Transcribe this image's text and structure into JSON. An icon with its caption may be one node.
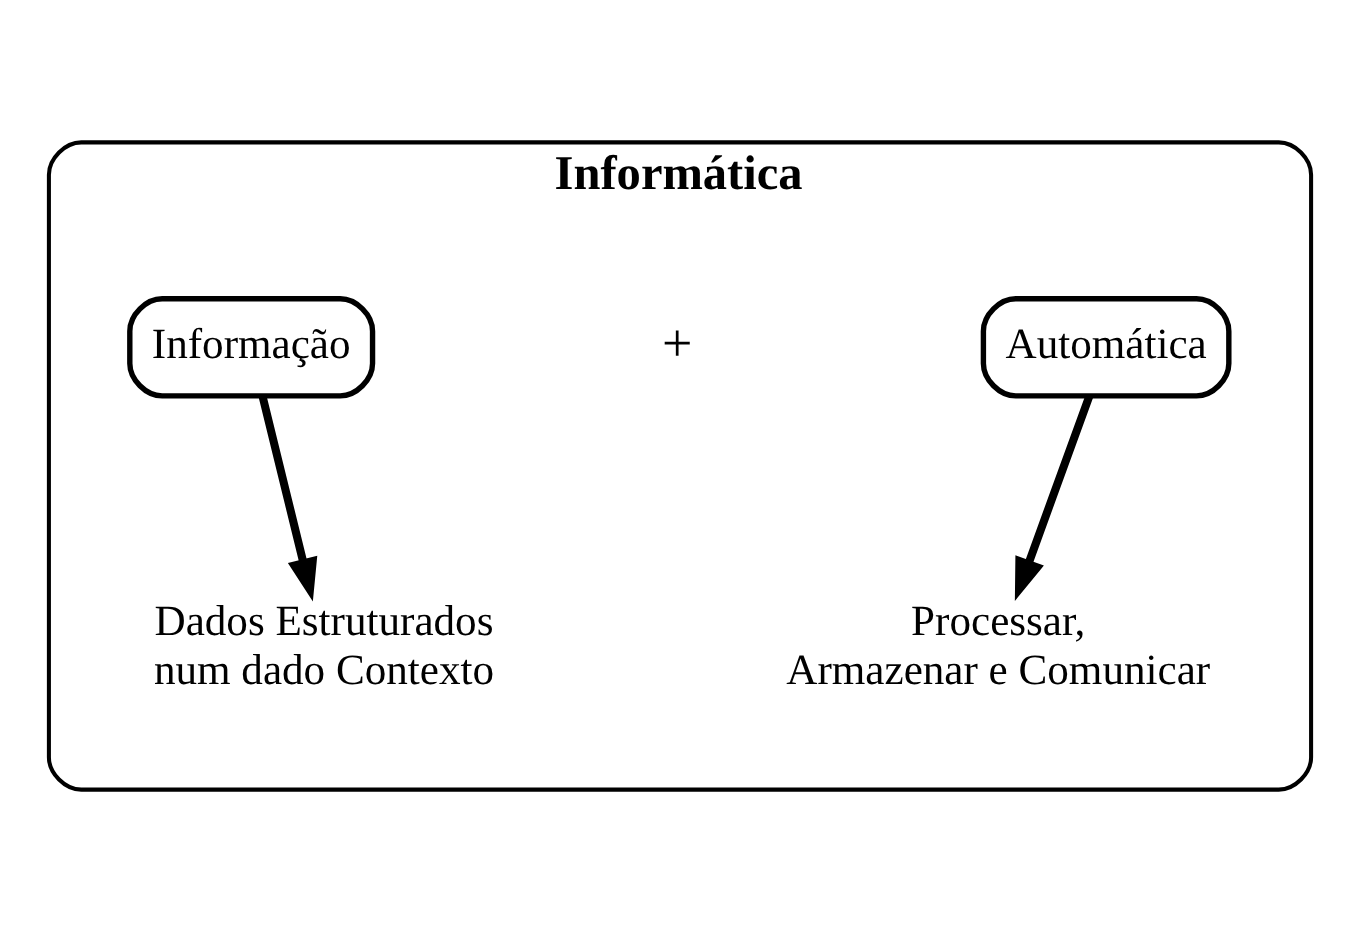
{
  "diagram": {
    "nodes": [
      {
        "text": [
          "Informática"
        ]
      },
      {
        "text": [
          "Informação"
        ],
        "in": 0
      },
      {
        "text": [
          "Automática"
        ],
        "in": 0
      },
      {
        "text": [
          "Dados Estruturados num dado Contexto"
        ],
        "in": 0
      },
      {
        "text": [
          "Processar, Armazenar e Comunicar"
        ],
        "in": 0
      }
    ],
    "edges": [
      {
        "from": 1,
        "to": 3,
        "arrow": "to"
      },
      {
        "from": 2,
        "to": 4,
        "arrow": "to"
      }
    ],
    "labels": [
      "+"
    ]
  }
}
